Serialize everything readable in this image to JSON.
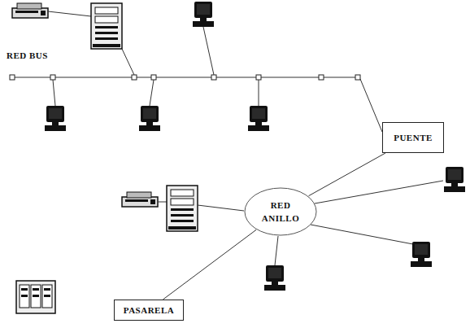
{
  "diagram": {
    "nodes": [
      {
        "text": [
          "PUENTE"
        ]
      },
      {
        "text": [
          "RED ANILLO"
        ]
      },
      {
        "text": [
          "PASARELA"
        ]
      }
    ],
    "edges": [
      {
        "from": 1,
        "to": 0,
        "arrow": "none"
      },
      {
        "from": 1,
        "to": 2,
        "arrow": "none"
      }
    ],
    "labels": [
      "RED BUS"
    ]
  }
}
